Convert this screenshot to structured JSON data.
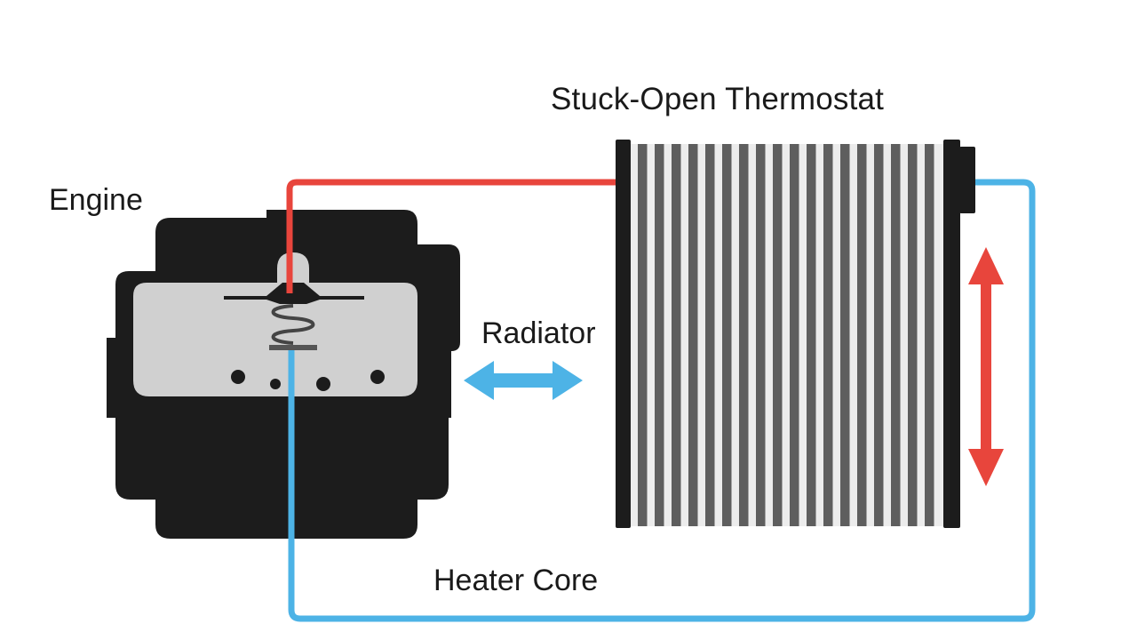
{
  "labels": {
    "title": "Stuck-Open Thermostat",
    "engine": "Engine",
    "radiator": "Radiator",
    "heater_core": "Heater Core"
  },
  "colors": {
    "background": "#ffffff",
    "engine_body": "#1c1c1c",
    "engine_panel": "#d0d0d0",
    "hot_hose": "#e8453c",
    "cool_hose": "#4db3e6",
    "radiator_tank": "#1c1c1c",
    "radiator_fin_dark": "#5e5e5e",
    "radiator_fin_light": "#ececec",
    "arrow_blue": "#4db3e6",
    "arrow_red": "#e8453c"
  },
  "icons": {
    "thermostat": "thermostat-spring-icon",
    "flow_horizontal": "double-arrow-horizontal-icon",
    "flow_vertical": "double-arrow-vertical-icon"
  }
}
